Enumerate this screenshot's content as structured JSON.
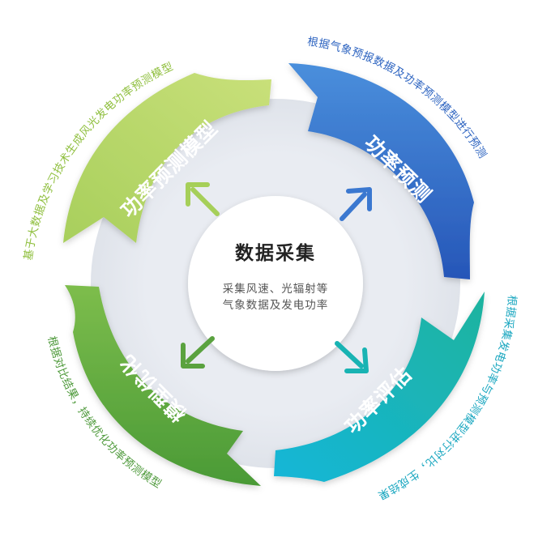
{
  "center": {
    "title": "数据采集",
    "subtitle_line1": "采集风速、光辐射等",
    "subtitle_line2": "气象数据及发电功率"
  },
  "segments": {
    "model": {
      "label": "功率预测模型",
      "description": "基于大数据及学习技术生成风光发电功率预测模型",
      "color_light": "#b9d96a",
      "color_dark": "#8cc04c"
    },
    "forecast": {
      "label": "功率预测",
      "description": "根据气象预报数据及功率预测模型进行预测",
      "color_light": "#4a90de",
      "color_dark": "#2a5fbd"
    },
    "evaluation": {
      "label": "功率评估",
      "description": "根据采集发电功率与预测模型进行对比，生成结果",
      "color_light": "#1cc2c5",
      "color_dark": "#18a79e"
    },
    "optimize": {
      "label": "模型优化",
      "description": "根据对比结果，持续优化功率预测模型",
      "color_light": "#4f9a3c",
      "color_dark": "#7bbd4f"
    }
  },
  "arrows": {
    "model_color": "#a6cf59",
    "forecast_color": "#3b78d0",
    "evaluation_color": "#18b3b3",
    "optimize_color": "#5aa23f"
  }
}
